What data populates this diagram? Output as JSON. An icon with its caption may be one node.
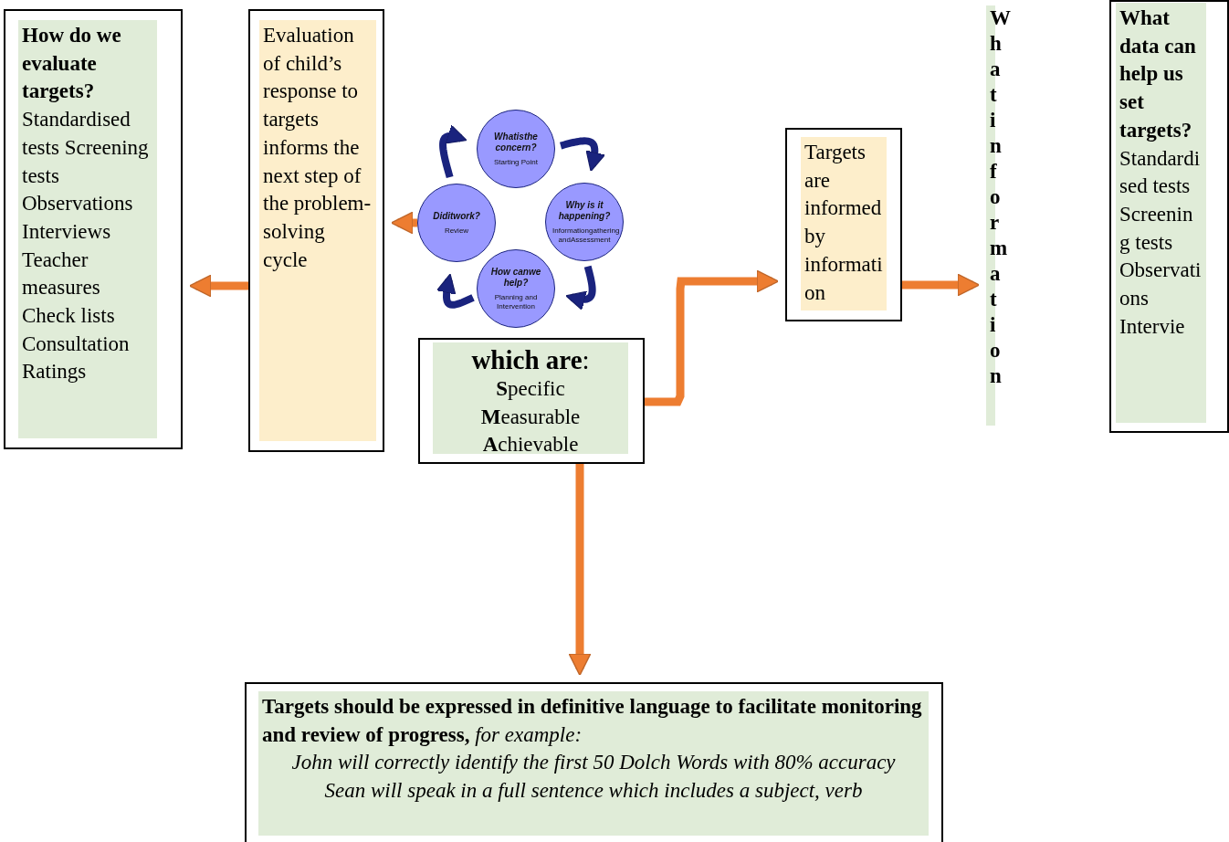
{
  "diagram": {
    "nodes": [
      {
        "text": [
          "How do we evaluate targets?",
          "Standardised tests Screening tests Observations Interviews Teacher measures Check lists Consultation Ratings"
        ]
      },
      {
        "text": [
          "Evaluation of child’s response to targets informs the next step of the problem-solving cycle"
        ]
      },
      {
        "text": [
          "**which are**:",
          "**S**pecific",
          "**M**easurable",
          "**A**chievable"
        ]
      },
      {
        "text": [
          "Whatisthe concern?",
          "Starting Point"
        ]
      },
      {
        "text": [
          "Why is it happening?",
          "Informationgathering andAssessment"
        ]
      },
      {
        "text": [
          "How canwe help?",
          "Planning and Intervention"
        ]
      },
      {
        "text": [
          "Diditwork?",
          "Review"
        ]
      },
      {
        "text": [
          "Targets are informed by information"
        ]
      },
      {
        "text": [
          "What information"
        ]
      },
      {
        "text": [
          "What data can help us set targets?",
          "Standardised tests Screening tests Observations Intervie"
        ]
      },
      {
        "text": [
          "**Targets should be expressed in definitive language to facilitate monitoring and review of progress,** *for example:*",
          "John will correctly identify the first 50 Dolch Words with 80% accuracy",
          "Sean will speak in a full sentence which includes a subject, verb"
        ]
      }
    ],
    "edges": [
      {
        "from": 3,
        "to": 4,
        "arrow": "to",
        "color": "#1a237e"
      },
      {
        "from": 4,
        "to": 5,
        "arrow": "to",
        "color": "#1a237e"
      },
      {
        "from": 5,
        "to": 6,
        "arrow": "to",
        "color": "#1a237e"
      },
      {
        "from": 6,
        "to": 3,
        "arrow": "to",
        "color": "#1a237e"
      },
      {
        "from": 6,
        "to": 1,
        "arrow": "to"
      },
      {
        "from": 1,
        "to": 0,
        "arrow": "to"
      },
      {
        "from": 2,
        "to": 7,
        "arrow": "to"
      },
      {
        "from": 7,
        "to": 8,
        "arrow": "to"
      },
      {
        "from": 2,
        "to": 10,
        "arrow": "to"
      }
    ]
  }
}
